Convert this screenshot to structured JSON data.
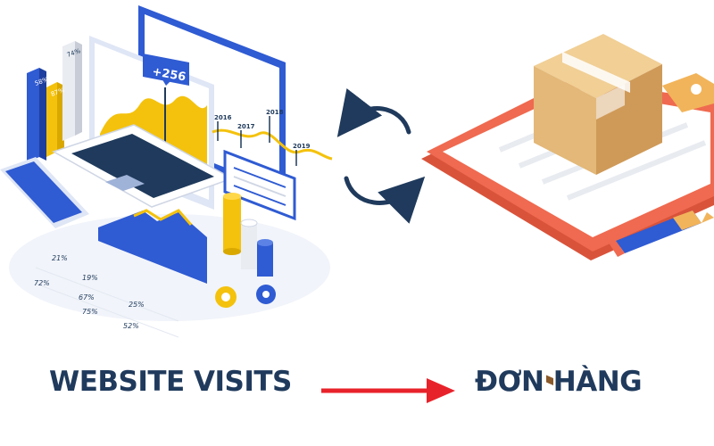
{
  "illustration": {
    "popup_value": "+256",
    "bar_labels": [
      "58%",
      "87%",
      "74%"
    ],
    "timeline_years": [
      "2016",
      "2017",
      "2018",
      "2019"
    ],
    "table_values": [
      "21%",
      "72%",
      "19%",
      "67%",
      "75%",
      "25%",
      "52%"
    ]
  },
  "captions": {
    "left": "WEBSITE VISITS",
    "right": "ĐƠN HÀNG"
  },
  "colors": {
    "navy": "#1f3a5c",
    "blue": "#2f5bd3",
    "yellow": "#f4c20d",
    "red_arrow": "#e8222a",
    "clipboard": "#ef6a50",
    "box": "#e3b878"
  }
}
